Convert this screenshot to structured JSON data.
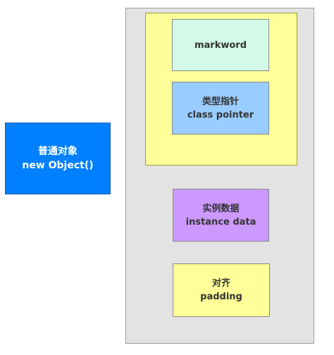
{
  "object": {
    "label_zh": "普通对象",
    "label_en": "new Object()"
  },
  "header": {
    "markword": {
      "label": "markword"
    },
    "class_pointer": {
      "label_zh": "类型指针",
      "label_en": "class pointer"
    }
  },
  "instance_data": {
    "label_zh": "实例数据",
    "label_en": "instance data"
  },
  "padding": {
    "label_zh": "对齐",
    "label_en": "padding"
  },
  "colors": {
    "object": "#0080ff",
    "container": "#e3e3e3",
    "header_region": "#ffff99",
    "markword": "#d2fae6",
    "class_pointer": "#99ccff",
    "instance_data": "#cc99ff",
    "padding": "#ffff99"
  }
}
